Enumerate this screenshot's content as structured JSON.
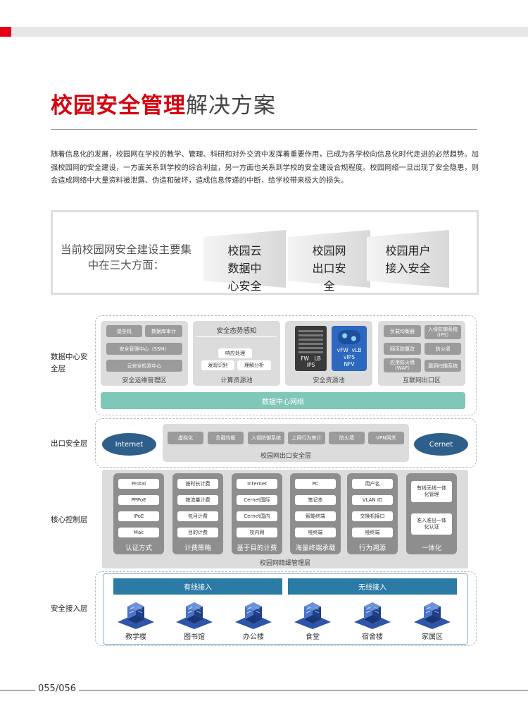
{
  "header": {
    "title_highlight": "校园安全管理",
    "title_rest": "解决方案"
  },
  "intro": "随着信息化的发展，校园网在学校的教学、管理、科研和对外交流中发挥着重要作用，已成为各学校向信息化时代走进的必然趋势。加强校园网的安全建设，一方面关系到学校的综合利益，另一方面也关系到学校的安全建设合规程度。校园网络一旦出现了安全隐患，则会造成网络中大量资料被泄露、伪造和破坏，造成信息传递的中断，给学校带来极大的损失。",
  "focus": {
    "label": "当前校园网安全建设主要集中在三大方面：",
    "items": [
      "校园云数据中心安全",
      "校园网出口安全",
      "校园用户接入安全"
    ]
  },
  "diagram": {
    "row_labels": [
      "数据中心安全层",
      "出口安全层",
      "核心控制层",
      "安全接入层"
    ],
    "dc": {
      "ops": {
        "items": [
          "堡垒机",
          "数据库审计",
          "安全管理中心（SSM）",
          "云安全检测中心"
        ],
        "label": "安全运维管理区"
      },
      "compute": {
        "top": "安全态势感知",
        "items": [
          "响应处理",
          "发现识别",
          "理解分析"
        ],
        "label": "计算资源池"
      },
      "security": {
        "fw_text": "FW　LB\nIPS",
        "vfw_text": "vFW  vLB\nvIPS\nNFV",
        "label": "安全资源池"
      },
      "internet": {
        "items": [
          "负载均衡器",
          "入侵防御系统（IPS）",
          "网页防篡改",
          "防火墙",
          "应用防火墙（WAF）",
          "漏洞扫描系统"
        ],
        "label": "互联网出口区"
      },
      "network": "数据中心网络"
    },
    "exit": {
      "left_cloud": "Internet",
      "right_cloud": "Cernet",
      "items": [
        "虚拟化",
        "负载均衡",
        "入侵防御系统",
        "上网行为审计",
        "防火墙",
        "VPN网关"
      ],
      "label": "校园网出口安全层"
    },
    "core": {
      "cards": [
        {
          "items": [
            "Protal",
            "PPPoE",
            "IPoE",
            "Mac"
          ],
          "label": "认证方式"
        },
        {
          "items": [
            "按时长计费",
            "按流量计费",
            "包月计费",
            "目的计费"
          ],
          "label": "计费策略"
        },
        {
          "items": [
            "Internet",
            "Cernet国际",
            "Cernet国内",
            "校内网"
          ],
          "label": "基于目的计费"
        },
        {
          "items": [
            "PC",
            "笔记本",
            "智能终端",
            "哑终端"
          ],
          "label": "海量终端承载"
        },
        {
          "items": [
            "用户名",
            "VLAN ID",
            "交换机接口",
            "哑终端"
          ],
          "label": "行为溯源"
        },
        {
          "items": [
            "有线无线一体化管理",
            "准入准出一体化认证"
          ],
          "label": "一体化"
        }
      ],
      "label": "校园网精细管理层"
    },
    "access": {
      "wired": "有线接入",
      "wireless": "无线接入",
      "buildings": [
        "教学楼",
        "图书馆",
        "办公楼",
        "食堂",
        "宿舍楼",
        "家属区"
      ]
    }
  },
  "footer": {
    "page": "055/056"
  },
  "colors": {
    "brand_red": "#d7000f",
    "teal": "#7fc7b9",
    "blue": "#2c7aa6",
    "navy": "#2e5f8a"
  }
}
